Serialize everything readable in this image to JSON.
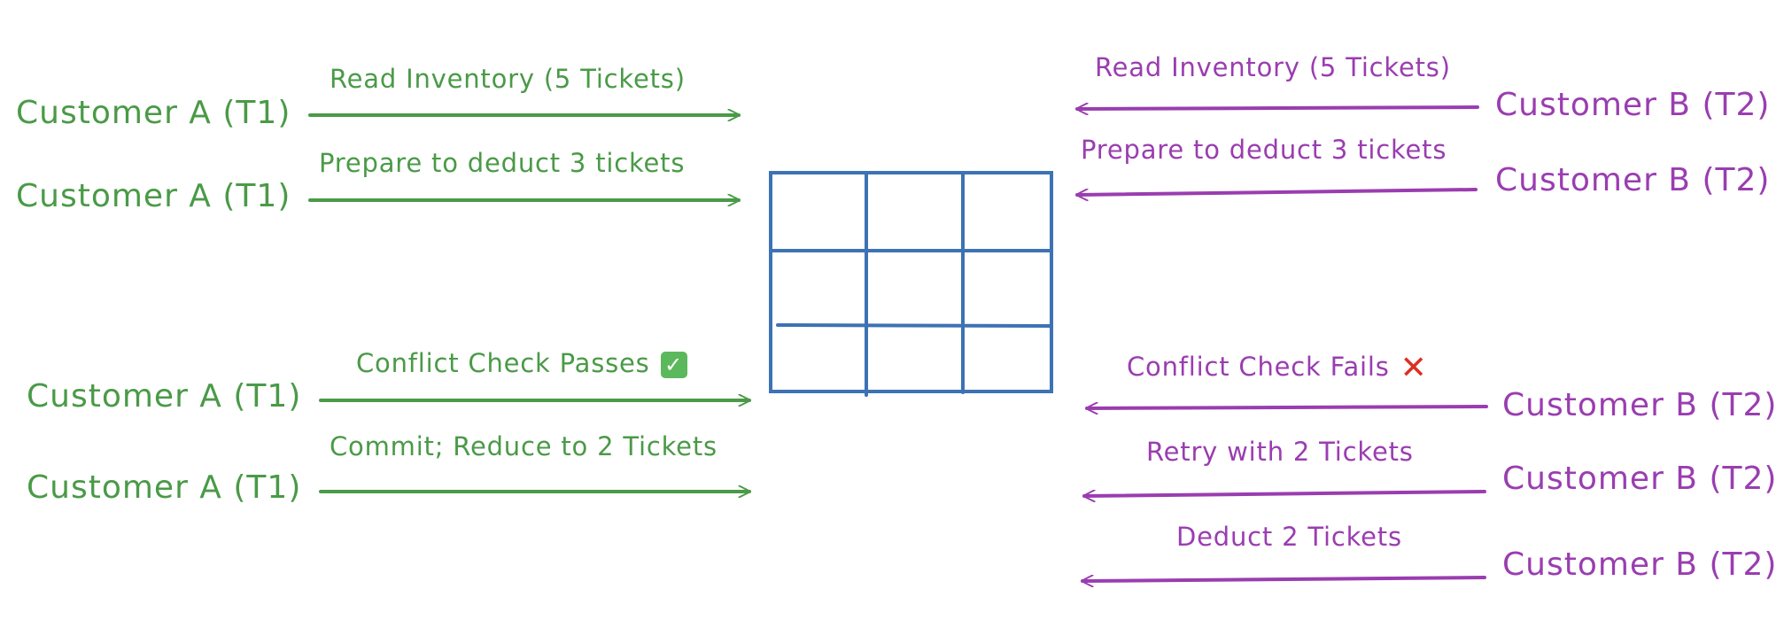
{
  "colors": {
    "customer_a": "#4a9a47",
    "customer_b": "#9a3db0",
    "grid": "#3d72b5",
    "check": "#5cb85c",
    "cross": "#dd2e22"
  },
  "customer_a": {
    "rows": [
      {
        "actor": "Customer A (T1)",
        "message": "Read Inventory (5 Tickets)"
      },
      {
        "actor": "Customer A (T1)",
        "message": "Prepare to deduct 3 tickets"
      },
      {
        "actor": "Customer A (T1)",
        "message": "Conflict Check Passes",
        "status_icon": "check-mark-icon"
      },
      {
        "actor": "Customer A (T1)",
        "message": "Commit; Reduce to 2 Tickets"
      }
    ]
  },
  "customer_b": {
    "rows": [
      {
        "actor": "Customer B (T2)",
        "message": "Read Inventory (5 Tickets)"
      },
      {
        "actor": "Customer B (T2)",
        "message": "Prepare to deduct 3 tickets"
      },
      {
        "actor": "Customer B (T2)",
        "message": "Conflict Check Fails",
        "status_icon": "cross-mark-icon"
      },
      {
        "actor": "Customer B (T2)",
        "message": "Retry with 2 Tickets"
      },
      {
        "actor": "Customer B (T2)",
        "message": "Deduct 2 Tickets"
      }
    ]
  },
  "icons": {
    "check": "✓",
    "cross": "✕"
  }
}
